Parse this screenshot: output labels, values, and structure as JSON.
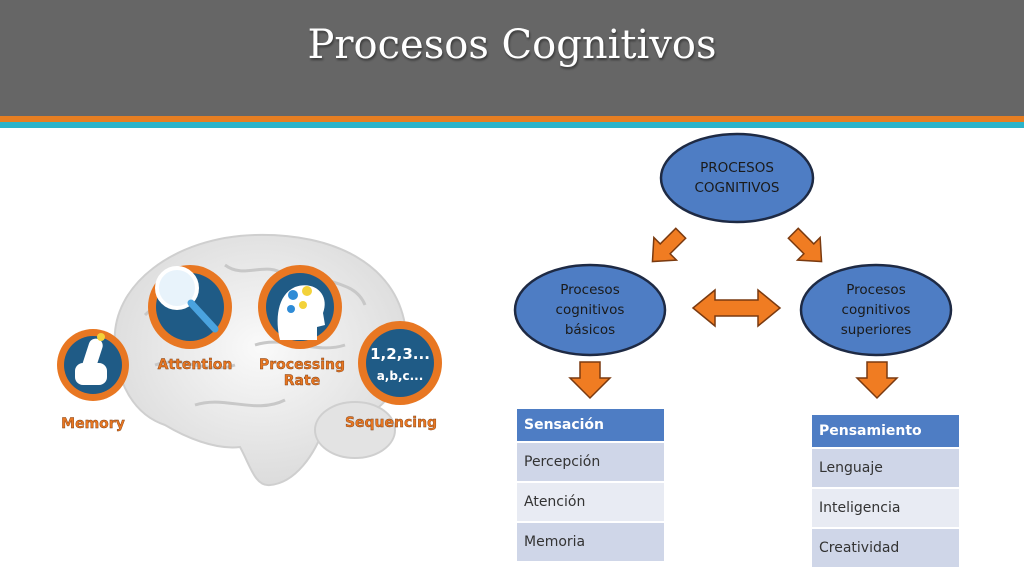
{
  "slide": {
    "title": "Procesos Cognitivos"
  },
  "brain_graphic": {
    "labels": {
      "memory": "Memory",
      "attention": "Attention",
      "processing_1": "Processing",
      "processing_2": "Rate",
      "sequencing": "Sequencing",
      "numbers": "1,2,3...",
      "letters": "a,b,c..."
    }
  },
  "diagram": {
    "top": {
      "line1": "PROCESOS",
      "line2": "COGNITIVOS"
    },
    "left": {
      "line1": "Procesos",
      "line2": "cognitivos",
      "line3": "básicos"
    },
    "right": {
      "line1": "Procesos",
      "line2": "cognitivos",
      "line3": "superiores"
    },
    "basic_table": [
      "Sensación",
      "Percepción",
      "Atención",
      "Memoria"
    ],
    "superior_table": [
      "Pensamiento",
      "Lenguaje",
      "Inteligencia",
      "Creatividad"
    ]
  },
  "colors": {
    "header": "#666666",
    "stripe_orange": "#e67e22",
    "stripe_blue": "#2bb3c9",
    "ellipse_fill": "#4e7dc4",
    "arrow_fill": "#f07c22",
    "table_header": "#4e7dc4"
  }
}
